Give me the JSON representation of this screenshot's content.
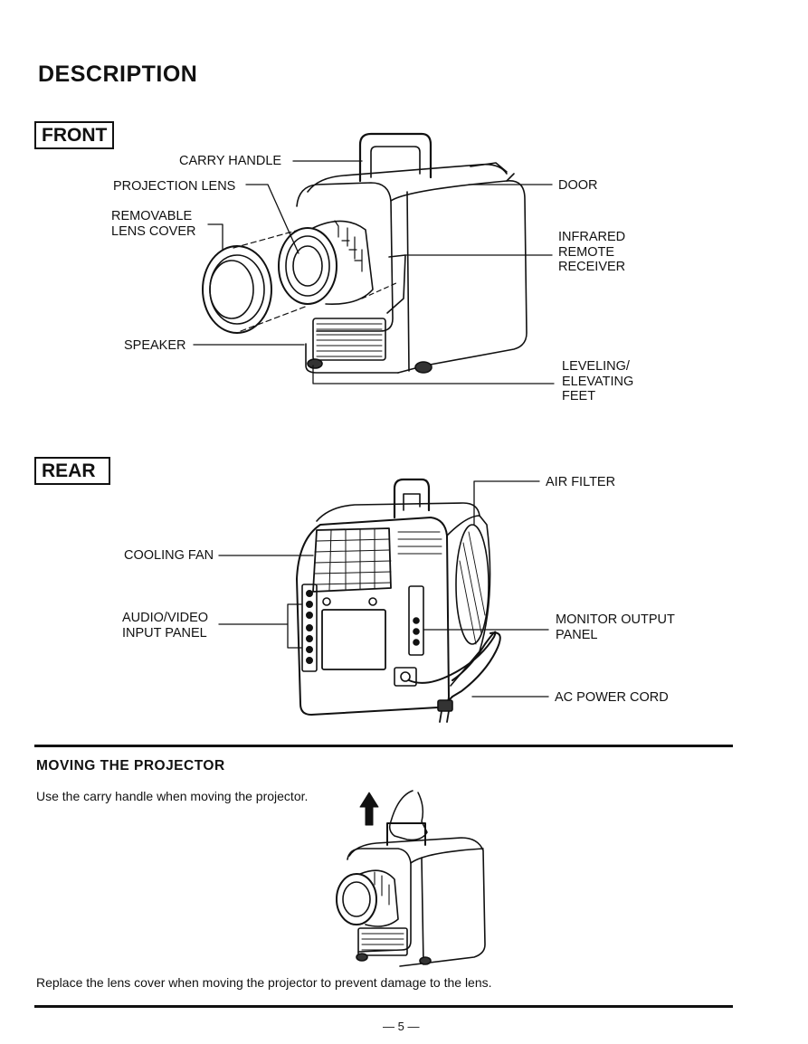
{
  "page": {
    "title": "DESCRIPTION",
    "page_number": "— 5 —"
  },
  "front": {
    "label": "FRONT",
    "callouts": {
      "carry_handle": "CARRY HANDLE",
      "projection_lens": "PROJECTION LENS",
      "removable_lens_cover": "REMOVABLE\nLENS COVER",
      "speaker": "SPEAKER",
      "door": "DOOR",
      "infrared_remote_receiver": "INFRARED\nREMOTE\nRECEIVER",
      "leveling_feet": "LEVELING/\nELEVATING\nFEET"
    }
  },
  "rear": {
    "label": "REAR",
    "callouts": {
      "cooling_fan": "COOLING FAN",
      "audio_video_input_panel": "AUDIO/VIDEO\nINPUT PANEL",
      "air_filter": "AIR FILTER",
      "monitor_output_panel": "MONITOR OUTPUT\nPANEL",
      "ac_power_cord": "AC POWER CORD"
    }
  },
  "moving": {
    "heading": "MOVING THE PROJECTOR",
    "instruction": "Use the carry handle when moving the projector.",
    "note": "Replace the lens cover when moving the projector to prevent damage to the lens."
  }
}
